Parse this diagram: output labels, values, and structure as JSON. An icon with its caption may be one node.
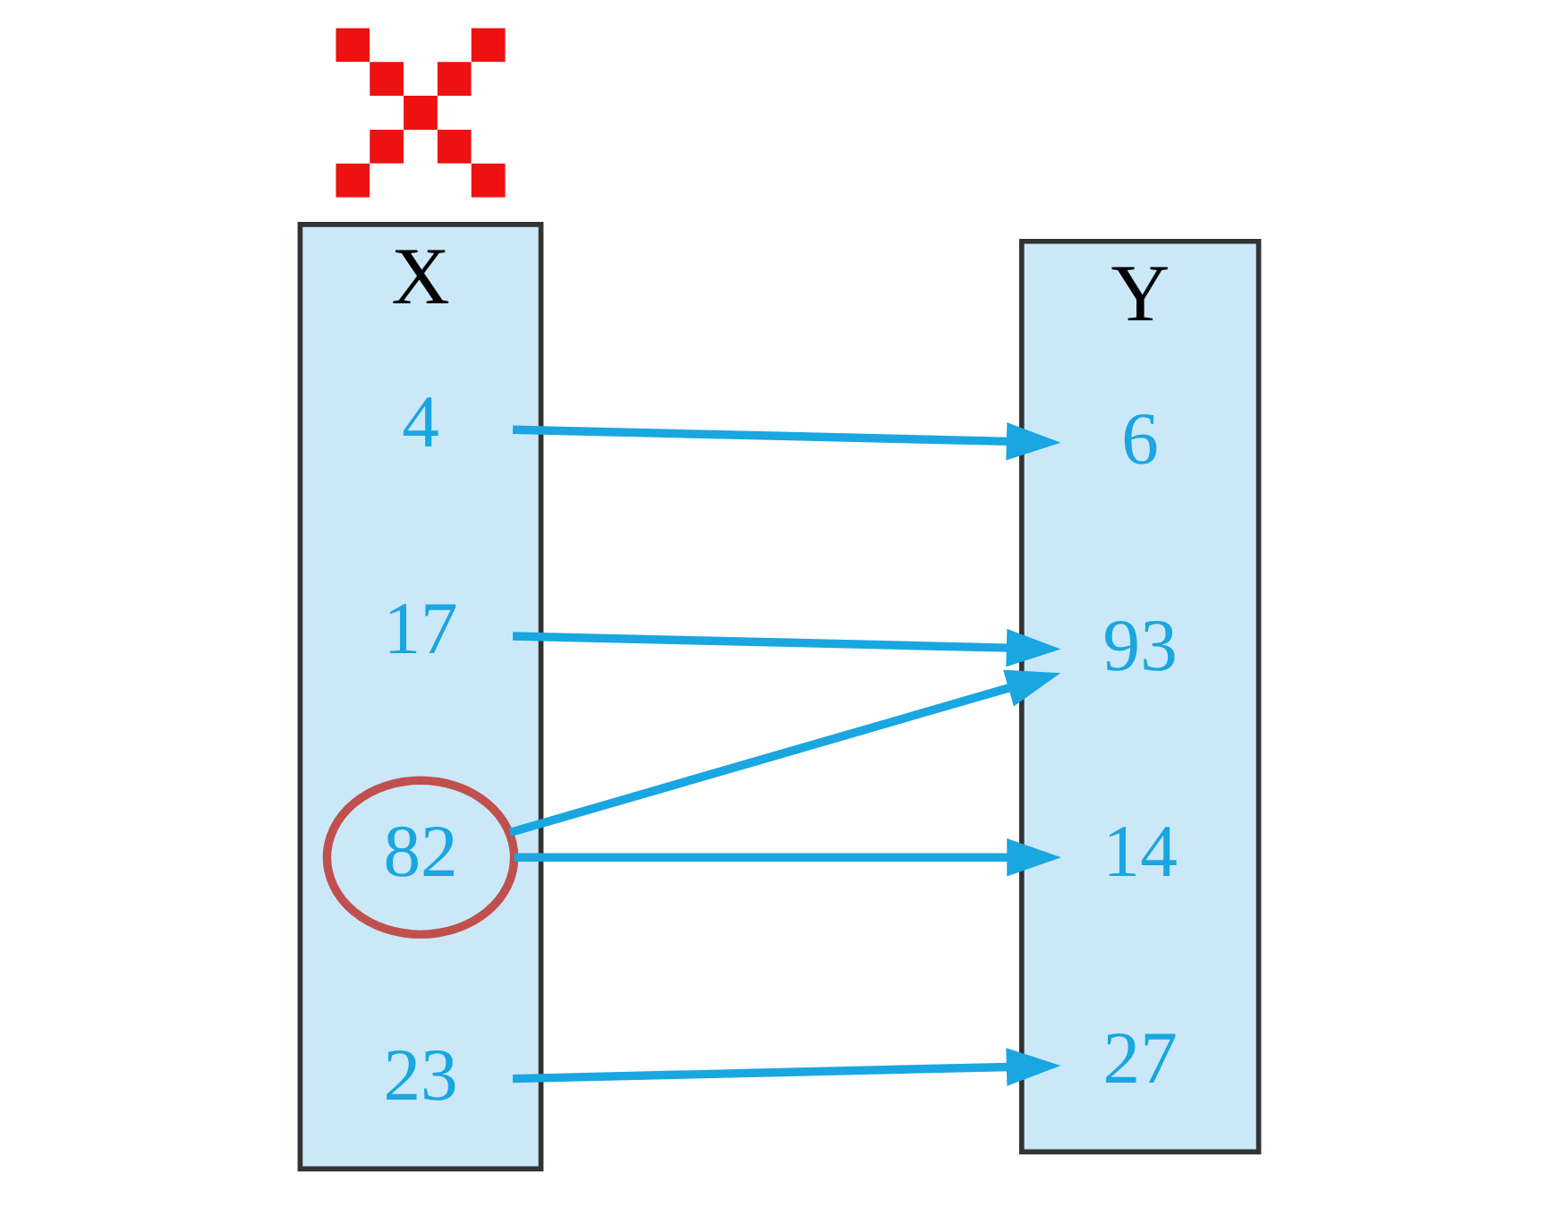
{
  "diagram": {
    "nodes": [
      {
        "text": [
          "X"
        ]
      },
      {
        "text": [
          "4"
        ],
        "in": 0
      },
      {
        "text": [
          "17"
        ],
        "in": 0
      },
      {
        "text": [
          "82"
        ],
        "in": 0
      },
      {
        "text": [
          "23"
        ],
        "in": 0
      },
      {
        "text": [
          "Y"
        ]
      },
      {
        "text": [
          "6"
        ],
        "in": 5
      },
      {
        "text": [
          "93"
        ],
        "in": 5
      },
      {
        "text": [
          "14"
        ],
        "in": 5
      },
      {
        "text": [
          "27"
        ],
        "in": 5
      },
      {
        "text": [],
        "shape": "cross"
      }
    ],
    "edges": [
      {
        "from": 1,
        "to": 6,
        "arrow": "to"
      },
      {
        "from": 2,
        "to": 7,
        "arrow": "to"
      },
      {
        "from": 3,
        "to": 7,
        "arrow": "to"
      },
      {
        "from": 3,
        "to": 8,
        "arrow": "to"
      },
      {
        "from": 4,
        "to": 9,
        "arrow": "to"
      }
    ]
  }
}
